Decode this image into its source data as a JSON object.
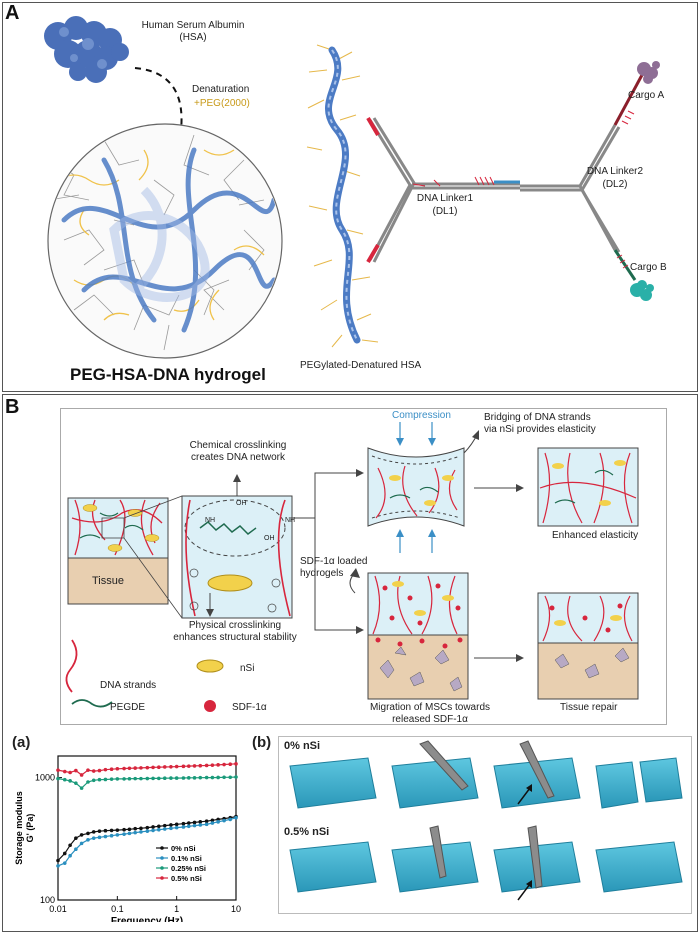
{
  "panelA": {
    "letter": "A",
    "hsa_label": "Human Serum Albumin\n(HSA)",
    "denaturation": "Denaturation",
    "peg": "+PEG(2000)",
    "hydrogel_title": "PEG-HSA-DNA hydrogel",
    "pegylated": "PEGylated-Denatured HSA",
    "dl1": "DNA Linker1\n(DL1)",
    "dl2": "DNA Linker2\n(DL2)",
    "cargoA": "Cargo A",
    "cargoB": "Cargo B"
  },
  "panelB": {
    "letter": "B",
    "tissue": "Tissue",
    "chem": "Chemical crosslinking\ncreates DNA network",
    "phys": "Physical crosslinking\nenhances structural stability",
    "compression": "Compression",
    "bridging": "Bridging of DNA strands\nvia nSi provides elasticity",
    "enhanced": "Enhanced elasticity",
    "sdf_loaded": "SDF-1α loaded\nhydrogels",
    "migration": "Migration of MSCs towards\nreleased SDF-1α",
    "repair": "Tissue repair",
    "legend_dna": "DNA strands",
    "legend_nsi": "nSi",
    "legend_pegde": "PEGDE",
    "legend_sdf": "SDF-1α",
    "oh": "OH",
    "nh": "NH"
  },
  "panelC": {
    "letter_a": "(a)",
    "letter_b": "(b)",
    "row1": "0% nSi",
    "row2": "0.5% nSi"
  },
  "colors": {
    "dna_red": "#d7263d",
    "pegde_green": "#1f6b4f",
    "nsi_yellow": "#f2d14b",
    "gel_blue": "#dcf0f7",
    "tissue": "#e8cfb0",
    "arrow_blue": "#3b8fc6"
  },
  "chart_data": {
    "type": "line",
    "xlabel": "Frequency (Hz)",
    "ylabel": "Storage modulus\nG' (Pa)",
    "xscale": "log",
    "yscale": "log",
    "xlim": [
      0.01,
      10
    ],
    "ylim": [
      100,
      1500
    ],
    "xticks": [
      "0.01",
      "0.1",
      "1",
      "10"
    ],
    "yticks": [
      "100",
      "1000"
    ],
    "legend_position": "bottom-right",
    "series": [
      {
        "name": "0% nSi",
        "color": "#111111",
        "x": [
          0.01,
          0.013,
          0.016,
          0.02,
          0.025,
          0.032,
          0.04,
          0.05,
          0.063,
          0.08,
          0.1,
          0.13,
          0.16,
          0.2,
          0.25,
          0.32,
          0.4,
          0.5,
          0.63,
          0.8,
          1,
          1.3,
          1.6,
          2,
          2.5,
          3.2,
          4,
          5,
          6.3,
          8,
          10
        ],
        "y": [
          210,
          240,
          280,
          320,
          340,
          350,
          360,
          365,
          368,
          370,
          372,
          375,
          378,
          382,
          385,
          390,
          395,
          400,
          405,
          410,
          415,
          420,
          425,
          430,
          435,
          440,
          448,
          455,
          462,
          470,
          480
        ]
      },
      {
        "name": "0.1% nSi",
        "color": "#2a8fbf",
        "x": [
          0.01,
          0.013,
          0.016,
          0.02,
          0.025,
          0.032,
          0.04,
          0.05,
          0.063,
          0.08,
          0.1,
          0.13,
          0.16,
          0.2,
          0.25,
          0.32,
          0.4,
          0.5,
          0.63,
          0.8,
          1,
          1.3,
          1.6,
          2,
          2.5,
          3.2,
          4,
          5,
          6.3,
          8,
          10
        ],
        "y": [
          190,
          200,
          230,
          260,
          290,
          310,
          320,
          325,
          330,
          335,
          340,
          345,
          350,
          355,
          360,
          365,
          370,
          375,
          380,
          385,
          390,
          395,
          400,
          405,
          410,
          415,
          425,
          435,
          445,
          455,
          470
        ]
      },
      {
        "name": "0.25% nSi",
        "color": "#1a9a7a",
        "x": [
          0.01,
          0.013,
          0.016,
          0.02,
          0.025,
          0.032,
          0.04,
          0.05,
          0.063,
          0.08,
          0.1,
          0.13,
          0.16,
          0.2,
          0.25,
          0.32,
          0.4,
          0.5,
          0.63,
          0.8,
          1,
          1.3,
          1.6,
          2,
          2.5,
          3.2,
          4,
          5,
          6.3,
          8,
          10
        ],
        "y": [
          980,
          960,
          940,
          900,
          820,
          920,
          950,
          960,
          965,
          970,
          975,
          975,
          978,
          980,
          980,
          982,
          985,
          985,
          988,
          990,
          990,
          992,
          995,
          995,
          998,
          1000,
          1000,
          1002,
          1005,
          1005,
          1010
        ]
      },
      {
        "name": "0.5% nSi",
        "color": "#d7263d",
        "x": [
          0.01,
          0.013,
          0.016,
          0.02,
          0.025,
          0.032,
          0.04,
          0.05,
          0.063,
          0.08,
          0.1,
          0.13,
          0.16,
          0.2,
          0.25,
          0.32,
          0.4,
          0.5,
          0.63,
          0.8,
          1,
          1.3,
          1.6,
          2,
          2.5,
          3.2,
          4,
          5,
          6.3,
          8,
          10
        ],
        "y": [
          1150,
          1120,
          1100,
          1140,
          1050,
          1150,
          1130,
          1140,
          1160,
          1170,
          1180,
          1185,
          1190,
          1195,
          1200,
          1205,
          1210,
          1215,
          1220,
          1225,
          1230,
          1235,
          1240,
          1245,
          1250,
          1255,
          1262,
          1270,
          1278,
          1285,
          1295
        ]
      }
    ]
  }
}
